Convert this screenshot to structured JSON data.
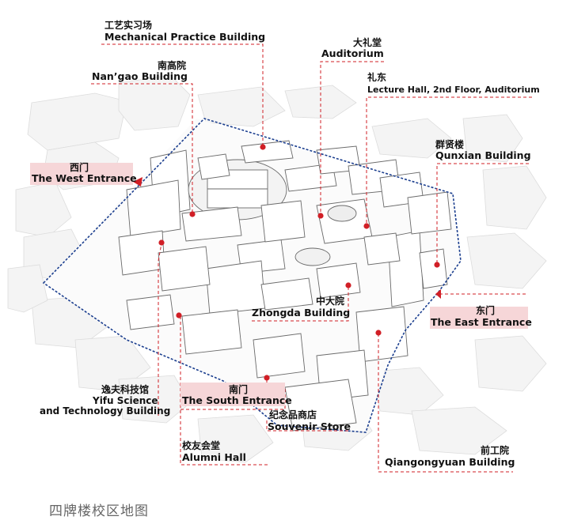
{
  "colors": {
    "accent_red": "#d11f26",
    "boundary_blue": "#1c3f8f",
    "label_band": "#f6d6d8",
    "building_stroke": "#6a6a6a"
  },
  "labels": {
    "mechanical": {
      "cn": "工艺实习场",
      "en": "Mechanical Practice Building"
    },
    "nangao": {
      "cn": "南高院",
      "en": "Nan’gao Building"
    },
    "auditorium": {
      "cn": "大礼堂",
      "en": "Auditorium"
    },
    "lidong": {
      "cn": "礼东",
      "en": "Lecture Hall, 2nd Floor, Auditorium"
    },
    "qunxian": {
      "cn": "群贤楼",
      "en": "Qunxian Building"
    },
    "west_gate": {
      "cn": "西门",
      "en": "The West Entrance"
    },
    "zhongda": {
      "cn": "中大院",
      "en": "Zhongda Building"
    },
    "east_gate": {
      "cn": "东门",
      "en": "The East Entrance"
    },
    "yifu": {
      "cn": "逸夫科技馆",
      "en_line1": "Yifu Science",
      "en_line2": "and Technology Building"
    },
    "south_gate": {
      "cn": "南门",
      "en": "The South Entrance"
    },
    "souvenir": {
      "cn": "纪念品商店",
      "en": "Souvenir Store"
    },
    "alumni": {
      "cn": "校友会堂",
      "en": "Alumni Hall"
    },
    "qiangongyuan": {
      "cn": "前工院",
      "en": "Qiangongyuan Building"
    }
  },
  "caption": "四牌楼校区地图"
}
